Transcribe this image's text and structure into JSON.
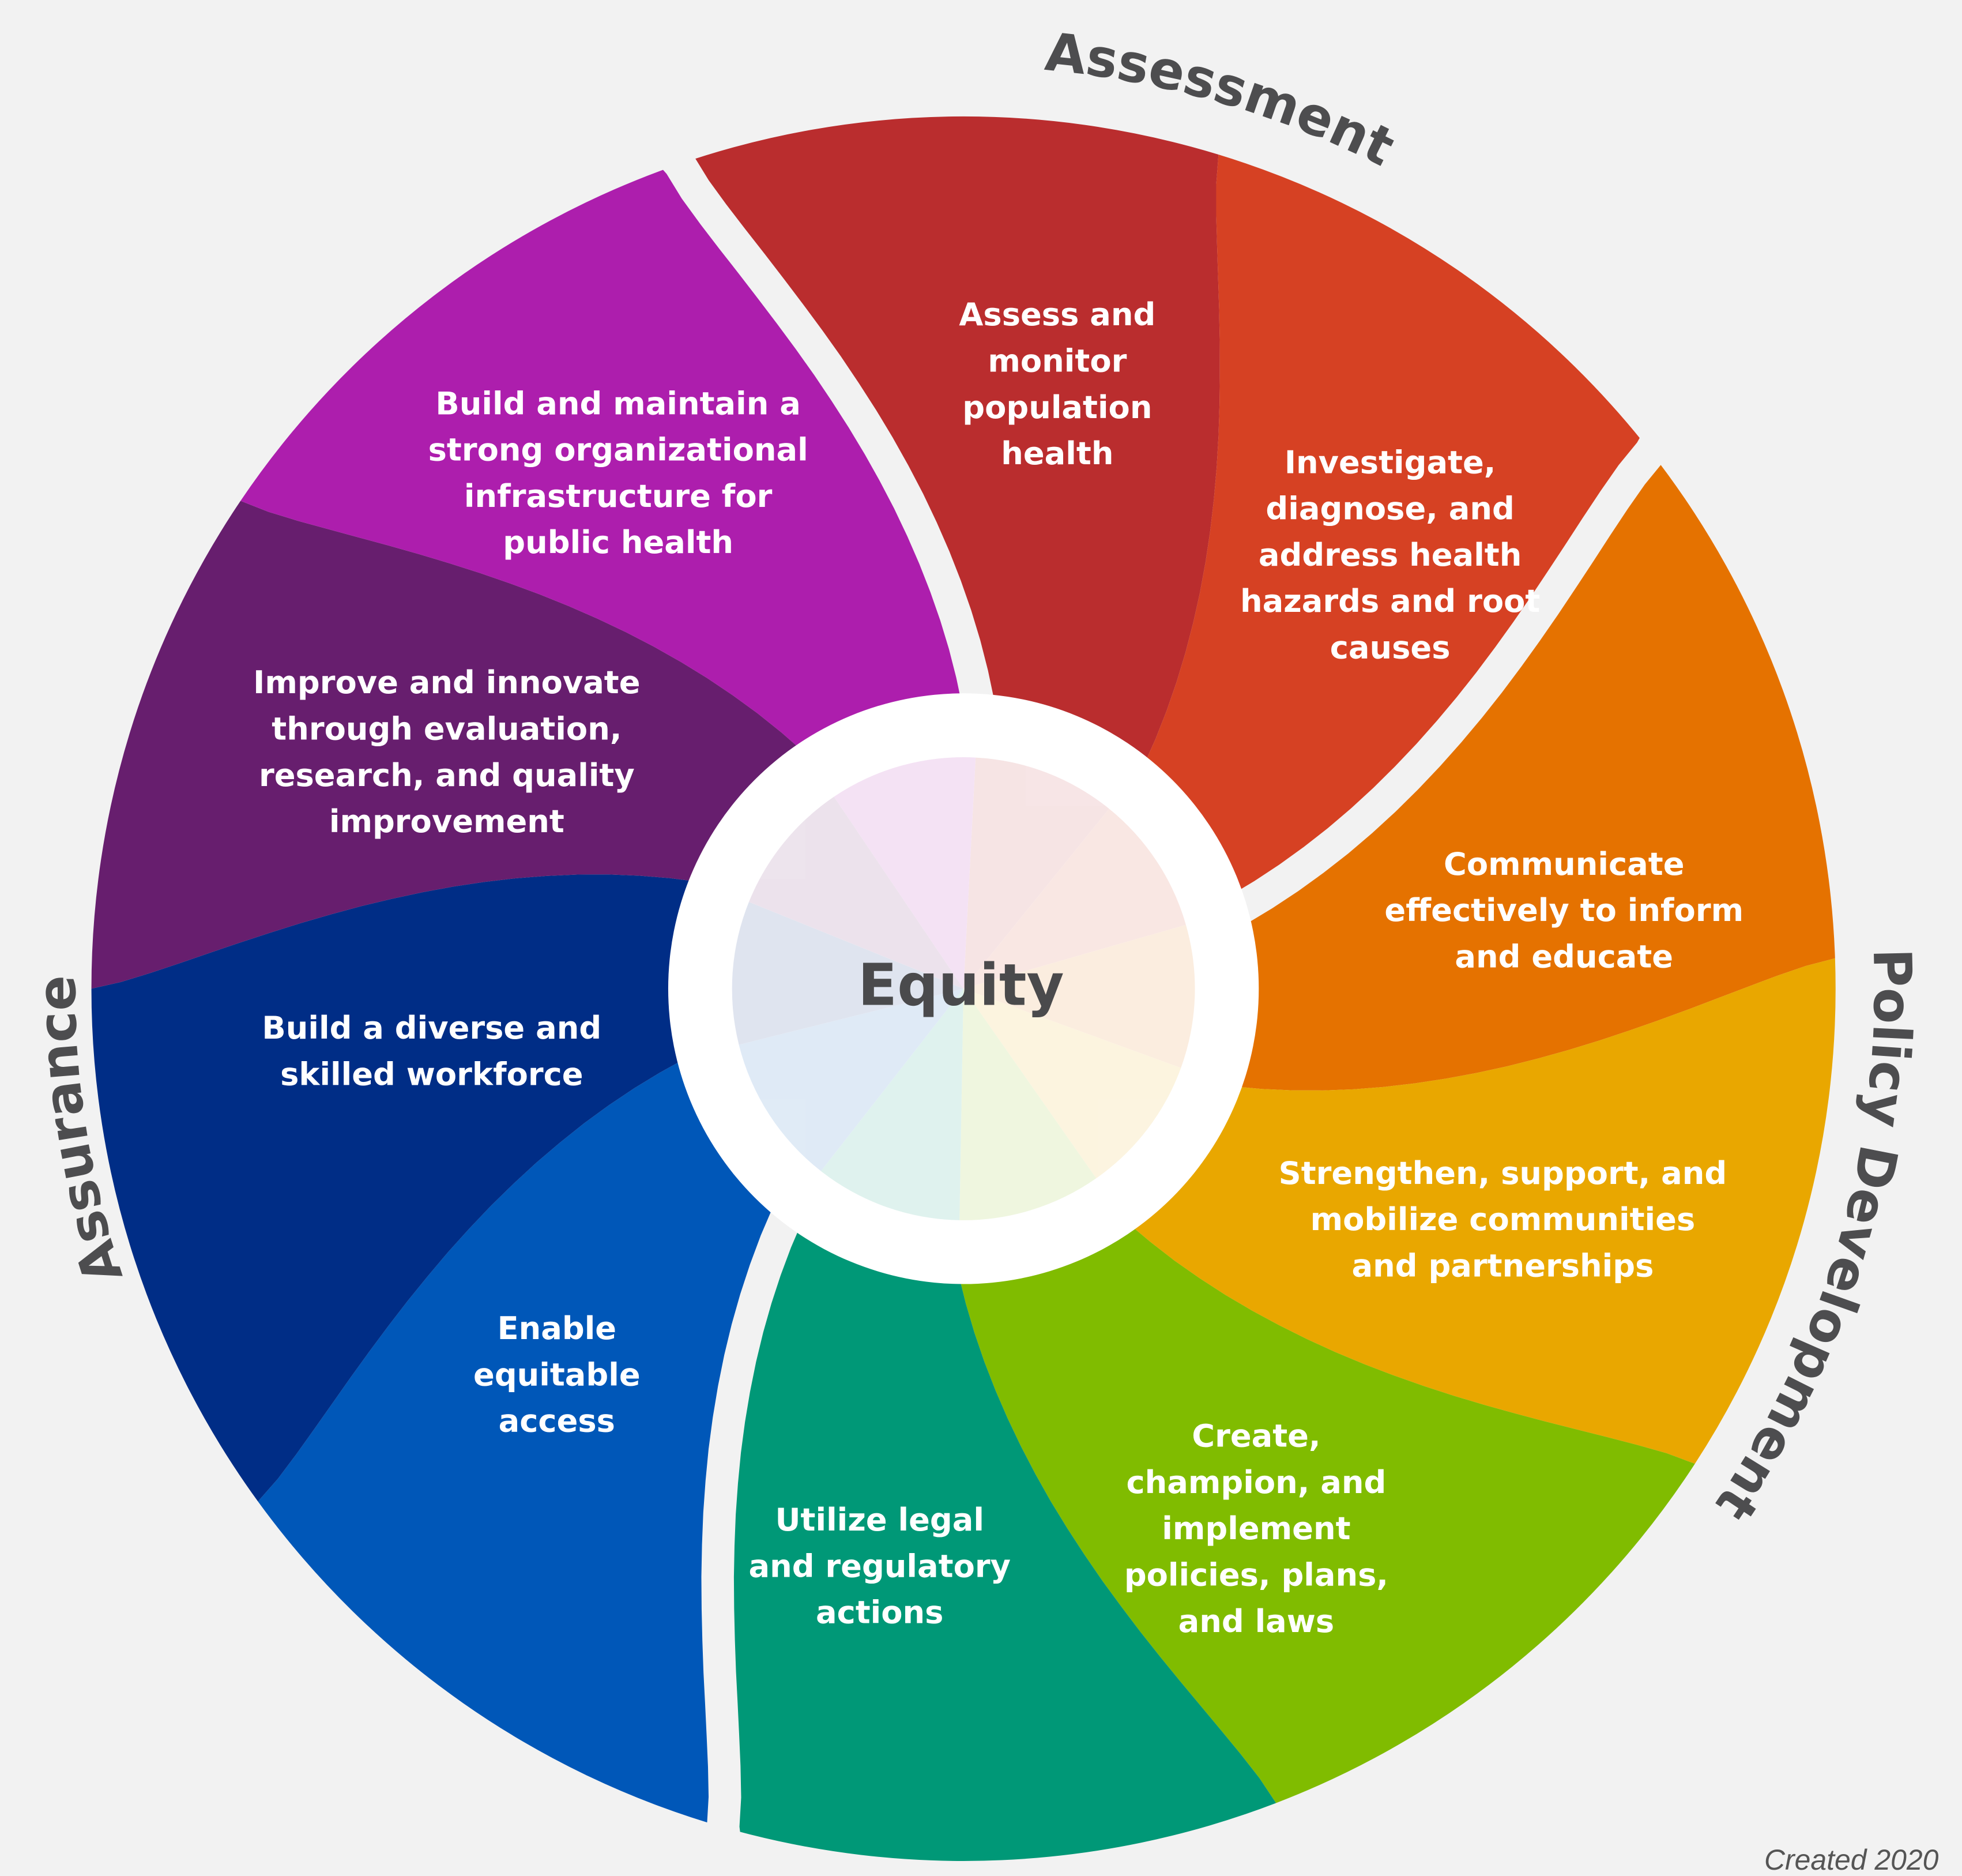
{
  "center": {
    "label": "Equity"
  },
  "phases": {
    "assessment": "Assessment",
    "policy_development": "Policy Development",
    "assurance": "Assurance"
  },
  "services": [
    {
      "lines": [
        "Assess and",
        "monitor",
        "population",
        "health"
      ],
      "color": "#BA2D2E"
    },
    {
      "lines": [
        "Investigate,",
        "diagnose, and",
        "address health",
        "hazards and root",
        "causes"
      ],
      "color": "#D64123"
    },
    {
      "lines": [
        "Communicate",
        "effectively to inform",
        "and educate"
      ],
      "color": "#E57200"
    },
    {
      "lines": [
        "Strengthen, support, and",
        "mobilize communities",
        "and partnerships"
      ],
      "color": "#E9A700"
    },
    {
      "lines": [
        "Create,",
        "champion, and",
        "implement",
        "policies, plans,",
        "and laws"
      ],
      "color": "#80BC00"
    },
    {
      "lines": [
        "Utilize legal",
        "and regulatory",
        "actions"
      ],
      "color": "#009877"
    },
    {
      "lines": [
        "Enable",
        "equitable",
        "access"
      ],
      "color": "#0057B8"
    },
    {
      "lines": [
        "Build a diverse and",
        "skilled workforce"
      ],
      "color": "#002D86"
    },
    {
      "lines": [
        "Improve and innovate",
        "through evaluation,",
        "research, and quality",
        "improvement"
      ],
      "color": "#671E6E"
    },
    {
      "lines": [
        "Build and maintain a",
        "strong organizational",
        "infrastructure for",
        "public health"
      ],
      "color": "#AD1EAD"
    }
  ],
  "footer": {
    "created": "Created 2020"
  }
}
